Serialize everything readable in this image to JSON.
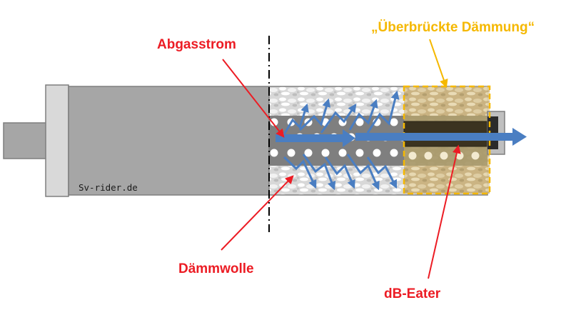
{
  "labels": {
    "abgasstrom": "Abgasstrom",
    "daemmwolle": "Dämmwolle",
    "db_eater": "dB-Eater",
    "ueberbrueckt": "„Überbrückte Dämmung“"
  },
  "watermark": "Sv-rider.de",
  "colors": {
    "label_red": "#ec1c24",
    "label_orange": "#f5b800",
    "flow_arrow": "#4a7ec2",
    "body_gray": "#a6a6a6",
    "db_eater_core": "#3b3320",
    "bridged_zone": "#d9c493"
  }
}
